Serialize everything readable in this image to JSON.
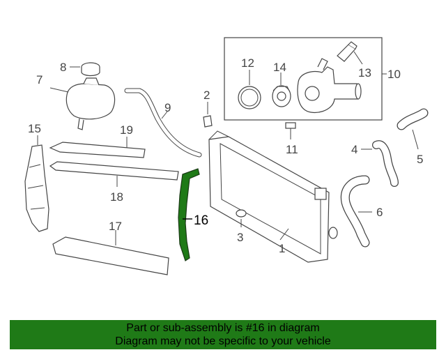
{
  "callouts": {
    "c1": "1",
    "c3": "3",
    "c2": "2",
    "c4": "4",
    "c5": "5",
    "c6": "6",
    "c7": "7",
    "c8": "8",
    "c9": "9",
    "c10": "10",
    "c11": "11",
    "c12": "12",
    "c13": "13",
    "c14": "14",
    "c15": "15",
    "c16": "16",
    "c17": "17",
    "c18": "18",
    "c19": "19"
  },
  "highlight_color": "#1f7a17",
  "banner": {
    "line1": "Part or sub-assembly is #16 in diagram",
    "line2": "Diagram may not be specific to your vehicle"
  }
}
